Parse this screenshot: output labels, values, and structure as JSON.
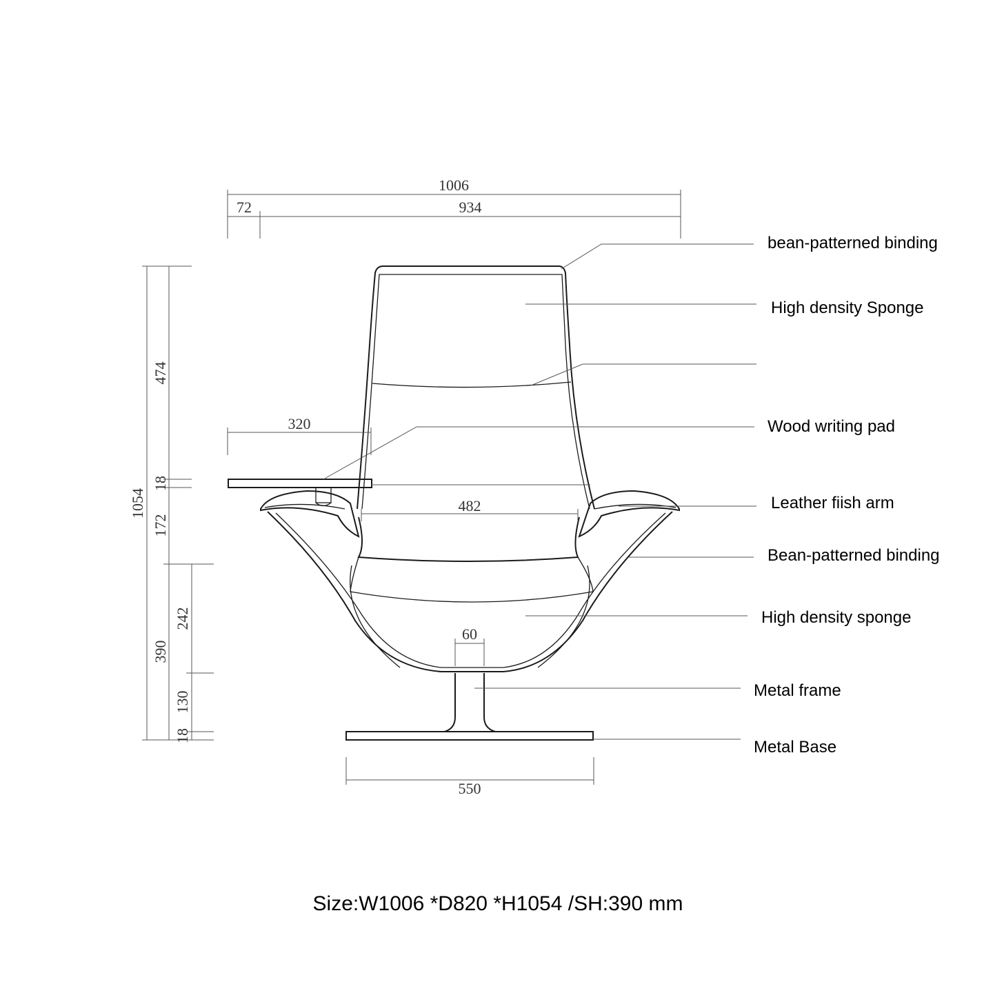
{
  "dimensions": {
    "overall_width": "1006",
    "offset_left": "72",
    "inner_width": "934",
    "writing_pad_width": "320",
    "seat_width": "482",
    "stem_width": "60",
    "base_width": "550",
    "overall_height": "1054",
    "backrest_height": "474",
    "pad_thickness": "18",
    "arm_height": "172",
    "seat_height": "390",
    "seat_body_height": "242",
    "stem_height": "130",
    "base_thickness": "18"
  },
  "labels": {
    "binding_top": "bean-patterned binding",
    "sponge_back": "High density Sponge",
    "writing_pad": "Wood writing pad",
    "arm": "Leather fiish arm",
    "binding_seat": "Bean-patterned binding",
    "sponge_seat": "High density sponge",
    "frame": "Metal frame",
    "base": "Metal Base"
  },
  "caption": "Size:W1006 *D820 *H1054 /SH:390 mm"
}
